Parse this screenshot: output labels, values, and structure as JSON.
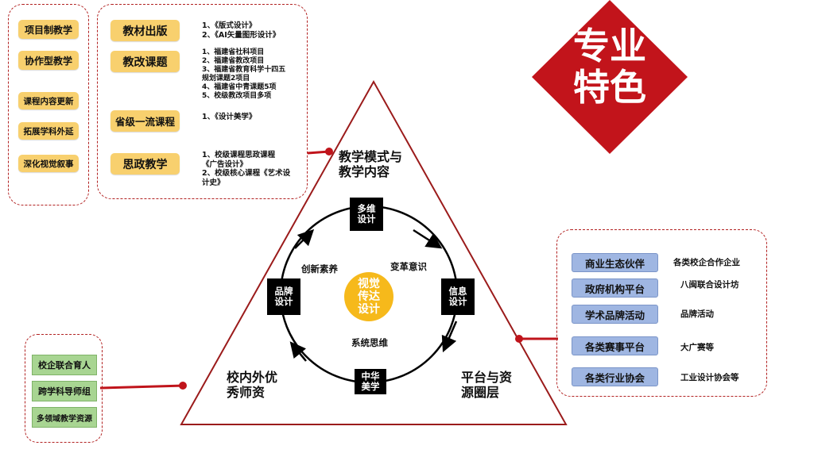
{
  "left_tags": [
    "项目制教学",
    "协作型教学",
    "课程内容更新",
    "拓展学科外延",
    "深化视觉叙事"
  ],
  "top_items": [
    {
      "label": "教材出版",
      "desc": "1、《版式设计》\n2、《AI矢量图形设计》"
    },
    {
      "label": "教改课题",
      "desc": "1、福建省社科项目\n2、福建省教改项目\n3、福建省教育科学十四五\n规划课题2项目\n4、福建省中青课题5项\n5、校级教改项目多项"
    },
    {
      "label": "省级一流课程",
      "desc": "1、《设计美学》"
    },
    {
      "label": "思政教学",
      "desc": "1、校级课程思政课程\n《广告设计》\n2、校级核心课程《艺术设\n计史》"
    }
  ],
  "triangle_labels": {
    "top": "教学模式与\n教学内容",
    "bottom_left": "校内外优\n秀师资",
    "bottom_right": "平台与资\n源圈层"
  },
  "ring_boxes": {
    "top": "多维\n设计",
    "left": "品牌\n设计",
    "right": "信息\n设计",
    "bottom": "中华\n美学"
  },
  "ring_labels": {
    "upper_left": "创新素养",
    "upper_right": "变革意识",
    "lower": "系统思维"
  },
  "center": "视觉\n传达\n设计",
  "title": "专业\n特色",
  "green_tags": [
    "校企联合育人",
    "跨学科导师组",
    "多领域教学资源"
  ],
  "right_items": [
    {
      "label": "商业生态伙伴",
      "desc": "各类校企合作企业"
    },
    {
      "label": "政府机构平台",
      "desc": "八闽联合设计坊"
    },
    {
      "label": "学术品牌活动",
      "desc": "品牌活动"
    },
    {
      "label": "各类赛事平台",
      "desc": "大广赛等"
    },
    {
      "label": "各类行业协会",
      "desc": "工业设计协会等"
    }
  ],
  "colors": {
    "accent_red": "#b22222",
    "diamond": "#c2141b",
    "orange_tag": "#f8d06e",
    "green_tag": "#a8d592",
    "blue_tag": "#9fb6e2",
    "center": "#f6b91b"
  }
}
